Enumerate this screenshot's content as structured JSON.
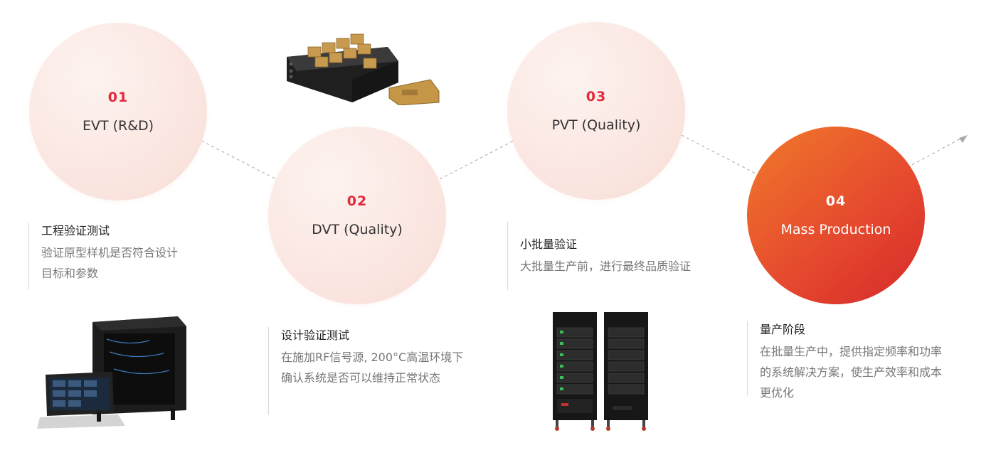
{
  "stages": [
    {
      "num": "01",
      "name": "EVT (R&D)",
      "title": "工程验证测试",
      "body": [
        "验证原型样机是否符合设计",
        "目标和参数"
      ]
    },
    {
      "num": "02",
      "name": "DVT (Quality)",
      "title": "设计验证测试",
      "body": [
        "在施加RF信号源, 200°C高温环境下",
        "确认系统是否可以维持正常状态"
      ]
    },
    {
      "num": "03",
      "name": "PVT (Quality)",
      "title": "小批量验证",
      "body": [
        "大批量生产前，进行最终品质验证"
      ]
    },
    {
      "num": "04",
      "name": "Mass Production",
      "title": "量产阶段",
      "body": [
        "在批量生产中，提供指定频率和功率",
        "的系统解决方案，使生产效率和成本",
        "更优化"
      ]
    }
  ],
  "colors": {
    "accent": "#e3283a",
    "circle_soft": "#fbe7e2",
    "gradient_start": "#f07a2a",
    "gradient_end": "#d62a2a"
  },
  "images": [
    "rack-with-laptop-image",
    "gold-rf-modules-image",
    "twin-server-cabinets-image"
  ]
}
